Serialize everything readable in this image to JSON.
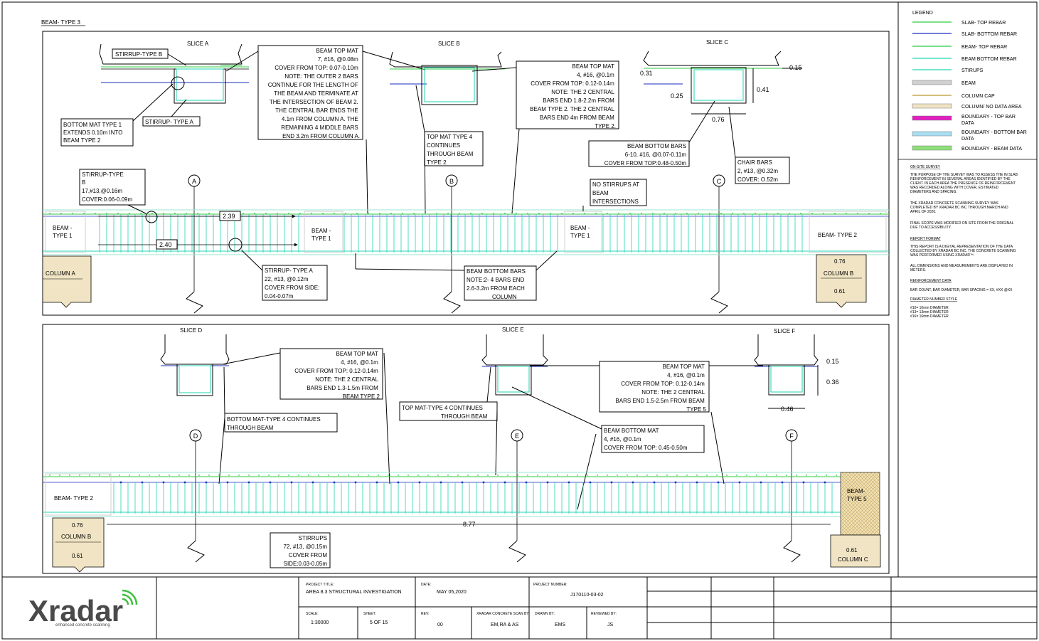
{
  "page_title": "BEAM- TYPE 3",
  "colors": {
    "slab_top": "#2ecc40",
    "slab_bottom": "#1a2dbf",
    "beam_top": "#2ecc40",
    "beam_bottom": "#20d6b0",
    "stirrups": "#20d6b0",
    "column": "#f0e4c4",
    "column_cap": "#b8962a",
    "boundary_top": "#e020c0",
    "boundary_bottom": "#58b8ea",
    "boundary_beam": "#2ecc40"
  },
  "legend": {
    "title": "LEGEND",
    "items": [
      {
        "label": "SLAB- TOP REBAR",
        "style": "line",
        "color": "#2ecc40"
      },
      {
        "label": "SLAB- BOTTOM REBAR",
        "style": "line",
        "color": "#1a2dbf"
      },
      {
        "label": "BEAM- TOP REBAR",
        "style": "line",
        "color": "#2ecc40"
      },
      {
        "label": "BEAM BOTTOM REBAR",
        "style": "line",
        "color": "#20d6b0"
      },
      {
        "label": "STIRUPS",
        "style": "line",
        "color": "#20d6b0"
      },
      {
        "label": "BEAM",
        "style": "bar",
        "color": "#d0d0d0"
      },
      {
        "label": "COLUMN CAP",
        "style": "line",
        "color": "#b8962a"
      },
      {
        "label": "COLUMN/ NO DATA AREA",
        "style": "bar",
        "color": "#f0e4c4"
      },
      {
        "label": "BOUNDARY - TOP BAR DATA",
        "style": "bar",
        "color": "#e020c0"
      },
      {
        "label": "BOUNDARY - BOTTOM BAR DATA",
        "style": "bar",
        "color": "#a8def2"
      },
      {
        "label": "BOUNDARY - BEAM DATA",
        "style": "bar",
        "color": "#8ee07a"
      }
    ]
  },
  "notes": {
    "survey_heading": "ON-SITE SURVEY",
    "survey_p1": [
      "THE PURPOSE OF THE SURVEY WAS TO ASSESS THE IN SLAB",
      "REINFORCEMENT IN SEVERAL AREAS IDENTIFIED BY THE",
      "CLIENT. IN EACH AREA THE PRESENCE OF REINFORCEMENT",
      "WAS RECORDED ALONG WITH COVER, ESTIMATED",
      "DIAMETERS AND SPACING."
    ],
    "survey_p2": [
      "THE XRADAR CONCRETE SCANNING SURVEY WAS",
      "COMPLETED BY XRADAR BC INC THROUGH MARCH AND",
      "APRIL OF 2020."
    ],
    "survey_p3": [
      "FINAL SCOPE WAS MODIFIED ON SITE FROM THE ORIGINAL",
      "DUE TO ACCESSIBILITY."
    ],
    "format_heading": "REPORT FORMAT",
    "format_p1": [
      "THIS REPORT IS A DIGITAL REPRESENTATION OF THE DATA",
      "COLLECTED BY XRADAR BC INC. THE CONCRETE SCANNING",
      "WAS PERFORMED USING XRADAR™."
    ],
    "format_p2": [
      "ALL DIMENSIONS AND MEASUREMENTS ARE DISPLAYED IN",
      "METERS."
    ],
    "rebar_heading": "REINFORCEMENT DATA",
    "rebar_p1": "BAR COUNT, BAR DIAMETER, BAR SPACING = XX, #XX @XX",
    "diam_heading": "DIAMETER NUMBER STYLE",
    "diam_lines": [
      "#10= 10mm DIAMETER",
      "#13= 13mm DIAMETER",
      "#16= 16mm DIAMETER"
    ]
  },
  "upper": {
    "slice_a": "SLICE A",
    "slice_b": "SLICE B",
    "slice_c": "SLICE C",
    "stirrup_type_b_tag": "STIRRUP-TYPE B",
    "stirrup_type_a_tag": "STIRRUP- TYPE A",
    "bottom_mat_1": [
      "BOTTOM MAT TYPE 1",
      "EXTENDS 0.10m INTO",
      "BEAM TYPE 2"
    ],
    "top_mat_a": [
      "BEAM TOP MAT",
      "7, #16, @0.08m",
      "COVER FROM TOP: 0.07-0.10m",
      "NOTE: THE OUTER 2 BARS",
      "CONTINUE FOR THE LENGTH OF",
      "THE BEAM AND TERMINATE AT",
      "THE INTERSECTION OF BEAM 2.",
      "THE CENTRAL BAR ENDS THE",
      "4.1m FROM COLUMN A. THE",
      "REMAINING 4 MIDDLE BARS",
      "END 3.2m FROM COLUMN A."
    ],
    "top_mat_type4": [
      "TOP MAT TYPE 4",
      "CONTINUES",
      "THROUGH BEAM",
      "TYPE 2"
    ],
    "top_mat_b": [
      "BEAM TOP MAT",
      "4, #16, @0.1m",
      "COVER FROM TOP: 0.12-0.14m",
      "NOTE: THE 2 CENTRAL",
      "BARS END 1.8-2.2m FROM",
      "BEAM TYPE 2. THE 2 CENTRAL",
      "BARS END 4m FROM BEAM",
      "TYPE 2."
    ],
    "bottom_bars_c": [
      "BEAM BOTTOM BARS",
      "6-10, #16, @0.07-0.11m",
      "COVER FROM TOP:0.48-0.50m"
    ],
    "chair_bars": [
      "CHAIR BARS",
      "2, #13, @0.32m",
      "COVER: O.52m"
    ],
    "dim_c": {
      "d031": "0.31",
      "d025": "0.25",
      "d041": "0.41",
      "d015": "0.15",
      "d076": "0.76"
    },
    "stirrup_b_note": [
      "STIRRUP-TYPE",
      "B",
      "17,#13,@0.16m",
      "COVER:0.06-0.09m"
    ],
    "no_stirrups": [
      "NO STIRRUPS AT",
      "BEAM",
      "INTERSECTIONS"
    ],
    "dim_239": "2.39",
    "dim_240": "2.40",
    "beam_type1_a": [
      "BEAM -",
      "TYPE 1"
    ],
    "beam_type1_b": [
      "BEAM -",
      "TYPE 1"
    ],
    "beam_type1_c": [
      "BEAM -",
      "TYPE 1"
    ],
    "beam_type2": "BEAM- TYPE 2",
    "column_a": "COLUMN A",
    "column_b": "COLUMN B",
    "col_b_076": "0.76",
    "col_b_061": "0.61",
    "stirrup_a_note": [
      "STIRRUP- TYPE A",
      "22, #13, @0.12m",
      "COVER FROM SIDE:",
      "0.04-0.07m"
    ],
    "bottom_bars_note": [
      "BEAM BOTTOM BARS",
      "NOTE:2- 4 BARS END",
      "2.6-3.2m FROM EACH",
      "COLUMN"
    ],
    "grid": [
      "A",
      "B",
      "C"
    ]
  },
  "lower": {
    "slice_d": "SLICE D",
    "slice_e": "SLICE E",
    "slice_f": "SLICE F",
    "top_mat_d": [
      "BEAM TOP MAT",
      "4, #16, @0.1m",
      "COVER FROM TOP: 0.12-0.14m",
      "NOTE: THE 2 CENTRAL",
      "BARS END 1.3-1.5m FROM",
      "BEAM TYPE 2"
    ],
    "bottom_mat_type4": [
      "BOTTOM MAT-TYPE 4 CONTINUES",
      "THROUGH BEAM"
    ],
    "top_mat_type4": [
      "TOP MAT-TYPE 4 CONTINUES",
      "THROUGH BEAM"
    ],
    "top_mat_e": [
      "BEAM TOP MAT",
      "4, #16, @0.1m",
      "COVER FROM TOP: 0.12-0.14m",
      "NOTE: THE 2 CENTRAL",
      "BARS END 1.5-2.5m FROM BEAM",
      "TYPE 5"
    ],
    "bottom_mat_e": [
      "BEAM BOTTOM MAT",
      "4, #16, @0.1m",
      "COVER FROM TOP: 0.45-0.50m"
    ],
    "dim_f": {
      "d015": "0.15",
      "d036": "0.36",
      "d046": "0.46"
    },
    "beam_type2": "BEAM- TYPE 2",
    "beam_type5": [
      "BEAM-",
      "TYPE 5"
    ],
    "column_b": "COLUMN B",
    "column_c": "COLUMN C",
    "col_b_076": "0.76",
    "col_b_061": "0.61",
    "col_c_061": "0.61",
    "dim_877": "8.77",
    "stirrups_note": [
      "STIRRUPS",
      "72, #13, @0.15m",
      "COVER FROM",
      "SIDE:0.03-0.05m"
    ],
    "grid": [
      "D",
      "E",
      "F"
    ]
  },
  "title_block": {
    "logo_text": "Xradar",
    "logo_tagline": "enhanced concrete scanning",
    "project_title_label": "PROJECT TITLE:",
    "project_title": "AREA 8.3 STRUCTURAL INVESTIGATION",
    "date_label": "DATE:",
    "date": "MAY 05,2020",
    "project_number_label": "PROJECT NUMBER:",
    "project_number": "J170110-03-02",
    "scale_label": "SCALE:",
    "scale": "1:30000",
    "sheet_label": "SHEET:",
    "sheet": "5  OF 15",
    "rev_label": "REV:",
    "rev": "00",
    "scan_label": "XRADAR CONCRETE SCAN BY:",
    "scan": "EM,RA & AS",
    "drawn_label": "DRAWN BY:",
    "drawn": "EMS",
    "reviewed_label": "REVIEWED BY:",
    "reviewed": "JS"
  }
}
